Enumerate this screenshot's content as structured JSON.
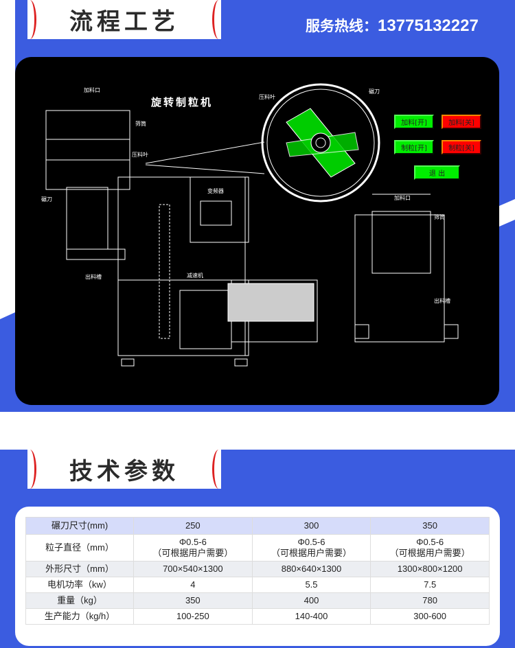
{
  "header": {
    "title": "流程工艺",
    "hotline_label": "服务热线：",
    "hotline_number": "13775132227"
  },
  "diagram": {
    "title": "旋转制粒机",
    "labels": {
      "feed_inlet": "加料口",
      "screen": "筛筒",
      "press_blade": "压料叶",
      "roller_knife": "碾刀",
      "inverter": "变频器",
      "outlet": "出料槽",
      "reducer": "减速机",
      "press_blade_2": "压料叶",
      "roller_knife_2": "碾刀",
      "feed_inlet_2": "加料口",
      "screen_2": "筛筒",
      "outlet_2": "出料槽"
    },
    "buttons": {
      "feed_on": "加料[开]",
      "feed_off": "加料[关]",
      "granulate_on": "制粒[开]",
      "granulate_off": "制粒[关]",
      "exit": "退 出"
    }
  },
  "specs": {
    "title": "技术参数",
    "rows": [
      [
        "碾刀尺寸(mm)",
        "250",
        "300",
        "350"
      ],
      [
        "粒子直径（mm）",
        "Φ0.5-6\n（可根据用户需要）",
        "Φ0.5-6\n（可根据用户需要）",
        "Φ0.5-6\n（可根据用户需要）"
      ],
      [
        "外形尺寸（mm）",
        "700×540×1300",
        "880×640×1300",
        "1300×800×1200"
      ],
      [
        "电机功率（kw）",
        "4",
        "5.5",
        "7.5"
      ],
      [
        "重量（kg）",
        "350",
        "400",
        "780"
      ],
      [
        "生产能力（kg/h）",
        "100-250",
        "140-400",
        "300-600"
      ]
    ]
  },
  "colors": {
    "blue": "#3b5ce0",
    "green": "#00ee00",
    "red": "#ff0000"
  }
}
